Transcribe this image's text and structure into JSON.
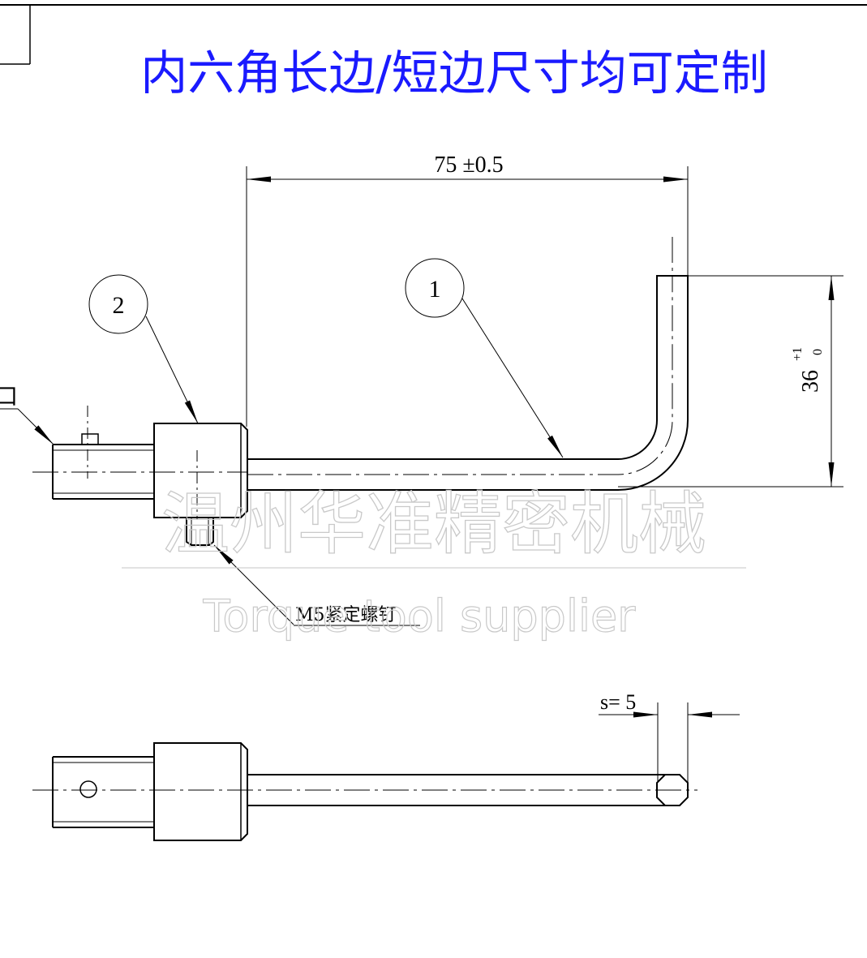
{
  "title": "内六角长边/短边尺寸均可定制",
  "left_edge_label": "口",
  "dimensions": {
    "length": "75 ±0.5",
    "height_main": "36",
    "height_tol_upper": "+1",
    "height_tol_lower": "0",
    "hex_size": "s= 5"
  },
  "balloons": {
    "part1": "1",
    "part2": "2"
  },
  "callouts": {
    "set_screw": "M5紧定螺钉"
  },
  "watermark": {
    "company": "温州华准精密机械",
    "slogan": "Torque tool supplier"
  }
}
